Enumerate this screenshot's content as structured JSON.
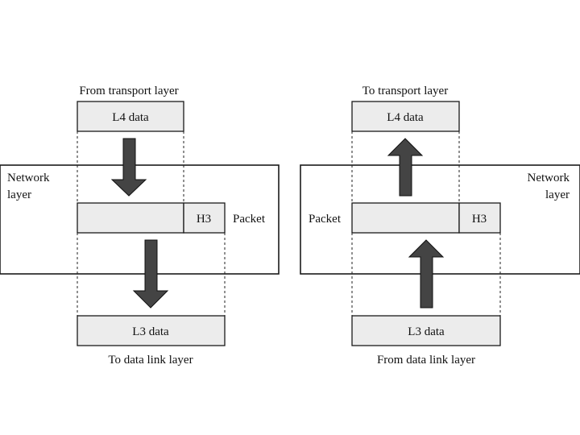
{
  "sender": {
    "source_label": "From transport layer",
    "input_box": "L4 data",
    "layer_label_line1": "Network",
    "layer_label_line2": "layer",
    "packet_header": "H3",
    "packet_label": "Packet",
    "output_box": "L3 data",
    "destination_label": "To data link layer"
  },
  "receiver": {
    "destination_label": "To transport layer",
    "output_box": "L4 data",
    "layer_label_line1": "Network",
    "layer_label_line2": "layer",
    "packet_header": "H3",
    "packet_label": "Packet",
    "input_box": "L3 data",
    "source_label": "From data link layer"
  }
}
